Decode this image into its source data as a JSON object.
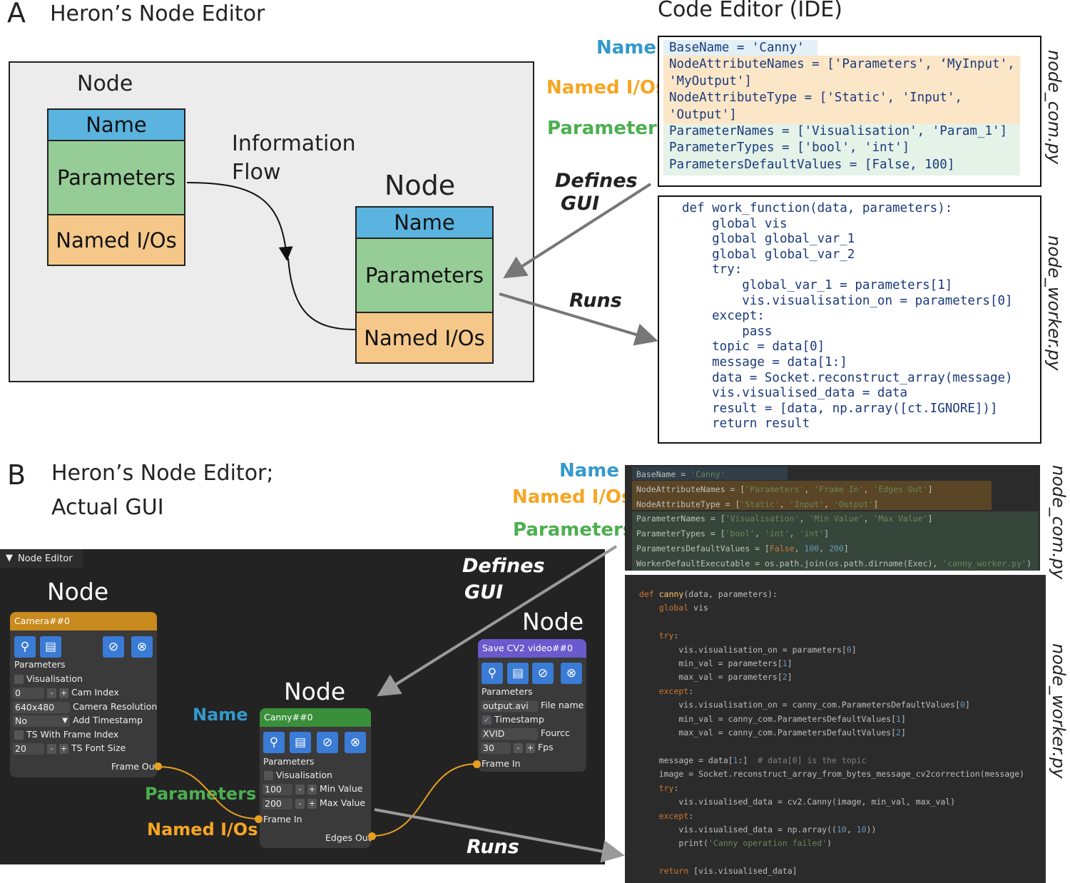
{
  "panelA": {
    "letter": "A",
    "title": "Heron’s Node Editor",
    "node_label_1": "Node",
    "node_label_2": "Node",
    "box_name": "Name",
    "box_parameters": "Parameters",
    "box_io": "Named I/Os",
    "flow_label_1": "Information",
    "flow_label_2": "Flow",
    "ide_title": "Code Editor (IDE)",
    "legend_name": "Name",
    "legend_io": "Named I/Os",
    "legend_parameters": "Parameters",
    "defines_1": "Defines",
    "defines_2": "GUI",
    "runs": "Runs",
    "file_com": "node_com.py",
    "file_worker": "node_worker.py",
    "com_lines_name": [
      "BaseName = 'Canny'"
    ],
    "com_lines_io": [
      "NodeAttributeNames = ['Parameters', ‘MyInput',",
      "'MyOutput']",
      "NodeAttributeType = ['Static', 'Input',",
      "'Output']"
    ],
    "com_lines_par": [
      "ParameterNames = ['Visualisation', 'Param_1']",
      "ParameterTypes = ['bool', 'int']",
      "ParametersDefaultValues = [False, 100]"
    ],
    "worker_lines": [
      "def work_function(data, parameters):",
      "    global vis",
      "    global global_var_1",
      "    global global_var_2",
      "    try:",
      "        global_var_1 = parameters[1]",
      "        vis.visualisation_on = parameters[0]",
      "    except:",
      "        pass",
      "    topic = data[0]",
      "    message = data[1:]",
      "    data = Socket.reconstruct_array(message)",
      "    vis.visualised_data = data",
      "    result = [data, np.array([ct.IGNORE])]",
      "    return result"
    ]
  },
  "panelB": {
    "letter": "B",
    "title_1": "Heron’s Node Editor;",
    "title_2": "Actual GUI",
    "legend_name": "Name",
    "legend_io": "Named I/Os",
    "legend_parameters": "Parameters",
    "defines_1": "Defines",
    "defines_2": "GUI",
    "runs": "Runs",
    "file_com": "node_com.py",
    "file_worker": "node_worker.py",
    "editor_tab": "Node Editor",
    "node_label_1": "Node",
    "node_label_2": "Node",
    "node_label_3": "Node",
    "over_name": "Name",
    "over_parameters": "Parameters",
    "over_io": "Named I/Os",
    "camera": {
      "title": "Camera##0",
      "parameters": "Parameters",
      "visualisation": "Visualisation",
      "cam_index_val": "0",
      "cam_index": "Cam Index",
      "res_val": "640x480",
      "res": "Camera Resolution",
      "ts_val": "No",
      "ts": "Add Timestamp",
      "ts_frame": "TS With Frame Index",
      "font_val": "20",
      "font": "TS Font Size",
      "out": "Frame Out"
    },
    "canny": {
      "title": "Canny##0",
      "parameters": "Parameters",
      "visualisation": "Visualisation",
      "min_val": "100",
      "min": "Min Value",
      "max_val": "200",
      "max": "Max Value",
      "in": "Frame In",
      "out": "Edges Out"
    },
    "save": {
      "title": "Save CV2 video##0",
      "parameters": "Parameters",
      "file_val": "output.avi",
      "file": "File name",
      "timestamp": "Timestamp",
      "fourcc_val": "XVID",
      "fourcc": "Fourcc",
      "fps_val": "30",
      "fps": "Fps",
      "in": "Frame In"
    }
  },
  "colors": {
    "name": "#3399cc",
    "io": "#f5a623",
    "parameters": "#4caf50",
    "camera_header": "#c88a1c",
    "canny_header": "#3a8f3a",
    "save_header": "#6a5acd"
  }
}
